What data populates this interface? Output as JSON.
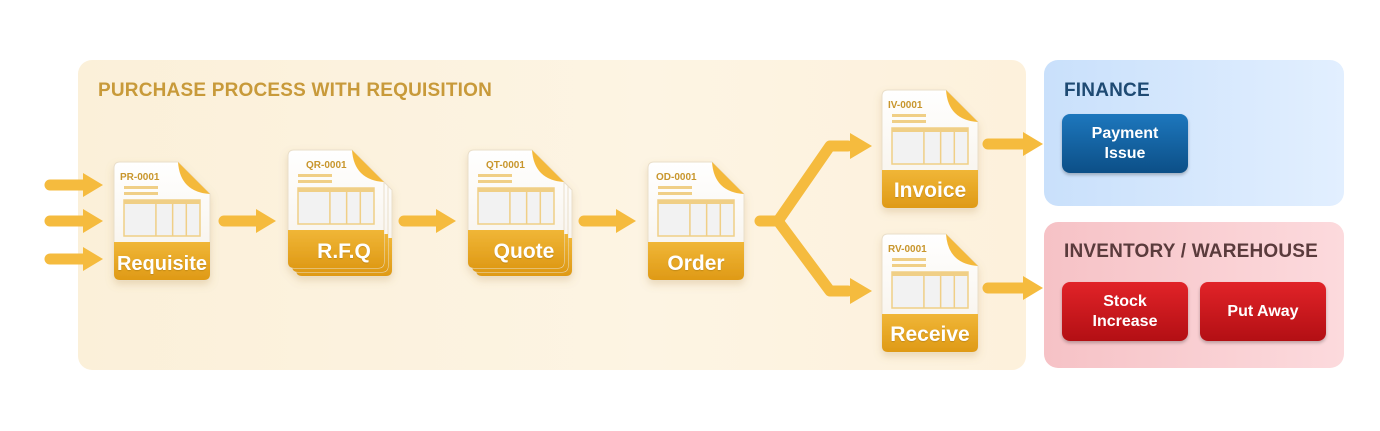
{
  "panels": {
    "purchase": {
      "title": "PURCHASE PROCESS WITH REQUISITION"
    },
    "finance": {
      "title": "FINANCE"
    },
    "inventory": {
      "title": "INVENTORY / WAREHOUSE"
    }
  },
  "documents": [
    {
      "id": "requisite",
      "number": "PR-0001",
      "label": "Requisite"
    },
    {
      "id": "rfq",
      "number": "QR-0001",
      "label": "R.F.Q"
    },
    {
      "id": "quote",
      "number": "QT-0001",
      "label": "Quote"
    },
    {
      "id": "order",
      "number": "OD-0001",
      "label": "Order"
    },
    {
      "id": "invoice",
      "number": "IV-0001",
      "label": "Invoice"
    },
    {
      "id": "receive",
      "number": "RV-0001",
      "label": "Receive"
    }
  ],
  "finance": {
    "payment_issue": "Payment\nIssue"
  },
  "inventory": {
    "stock_increase": "Stock\nIncrease",
    "put_away": "Put Away"
  },
  "colors": {
    "arrow": "#f5bb3e",
    "doc_label": "#e6a31c",
    "doc_fold": "#f4b93b",
    "finance_button": "#0c4f87",
    "inventory_button": "#c8141a"
  }
}
